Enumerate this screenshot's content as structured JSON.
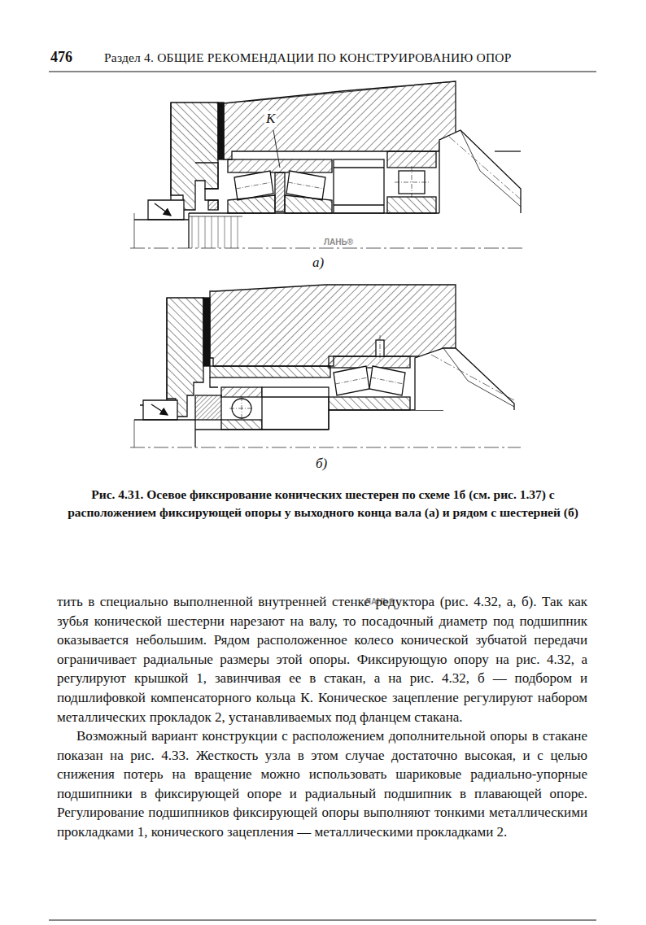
{
  "diagram": {
    "caption": "Рис. 4.31. Осевое фиксирование конических шестерен по схеме 1б (см. рис. 1.37) с расположением фиксирующей опоры у выходного конца вала (а) и рядом с шестерней (б)",
    "labels": [
      "476",
      "Раздел 4. ОБЩИЕ РЕКОМЕНДАЦИИ ПО КОНСТРУИРОВАНИЮ ОПОР",
      "К",
      "ЛАНЬ®",
      "а)",
      "б)",
      "ЛАНЬ®",
      "тить в специально выполненной внутренней стенке редуктора (рис. 4.32, а, б). Так как зубья конической шестерни нарезают на валу, то посадочный диаметр под подшипник оказывается небольшим. Рядом расположенное колесо конической зубчатой передачи ограничивает радиальные размеры этой опоры. Фиксирующую опору на рис. 4.32, а регулируют крышкой 1, завинчивая ее в стакан, а на рис. 4.32, б — подбором и подшлифовкой компенсаторного кольца К. Коническое зацепление регулируют набором металлических прокладок 2, устанавливаемых под фланцем стакана.",
      "Возможный вариант конструкции с расположением дополнительной опоры в стакане показан на рис. 4.33. Жесткость узла в этом случае достаточно высокая, и с целью снижения потерь на вращение можно использовать шариковые радиально-упорные подшипники в фиксирующей опоре и радиальный подшипник в плавающей опоре. Регулирование подшипников фиксирующей опоры выполняют тонкими металлическими прокладками 1, конического зацепления — металлическими прокладками 2."
    ]
  }
}
